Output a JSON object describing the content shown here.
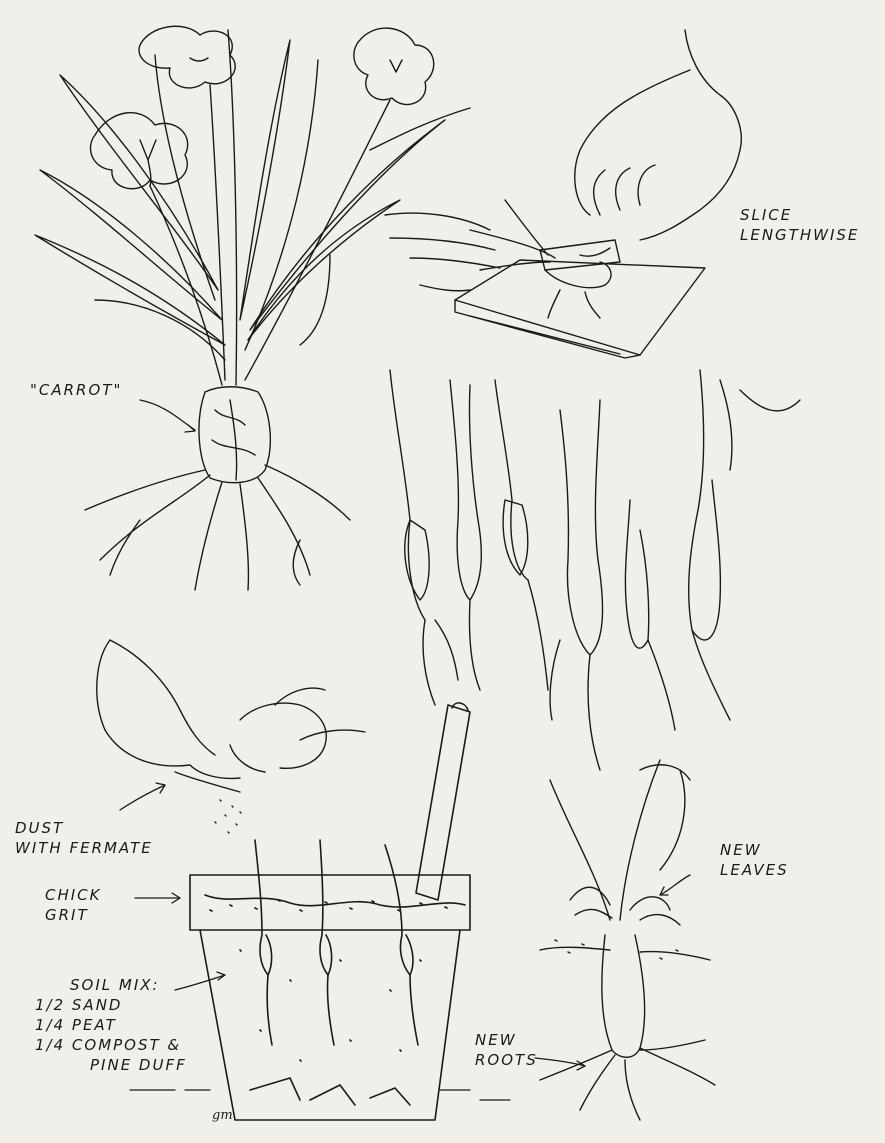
{
  "labels": {
    "slice": [
      "SLICE",
      "LENGTHWISE"
    ],
    "carrot": "\"CARROT\"",
    "dust": [
      "DUST",
      "WITH FERMATE"
    ],
    "chick": [
      "CHICK",
      "GRIT"
    ],
    "soil": [
      "SOIL MIX:",
      "1/2 SAND",
      "1/4 PEAT",
      "1/4 COMPOST &",
      "PINE DUFF"
    ],
    "new_leaves": [
      "NEW",
      "LEAVES"
    ],
    "new_roots": [
      "NEW",
      "ROOTS"
    ]
  },
  "signature": "gm",
  "colors": {
    "paper": "#f1efe9",
    "ink": "#1b1a18"
  },
  "icons": [
    "viola-plant-illustration",
    "hand-slicing-illustration",
    "divided-crowns-illustration",
    "hand-dusting-illustration",
    "planted-pot-illustration",
    "rooted-cutting-illustration"
  ]
}
